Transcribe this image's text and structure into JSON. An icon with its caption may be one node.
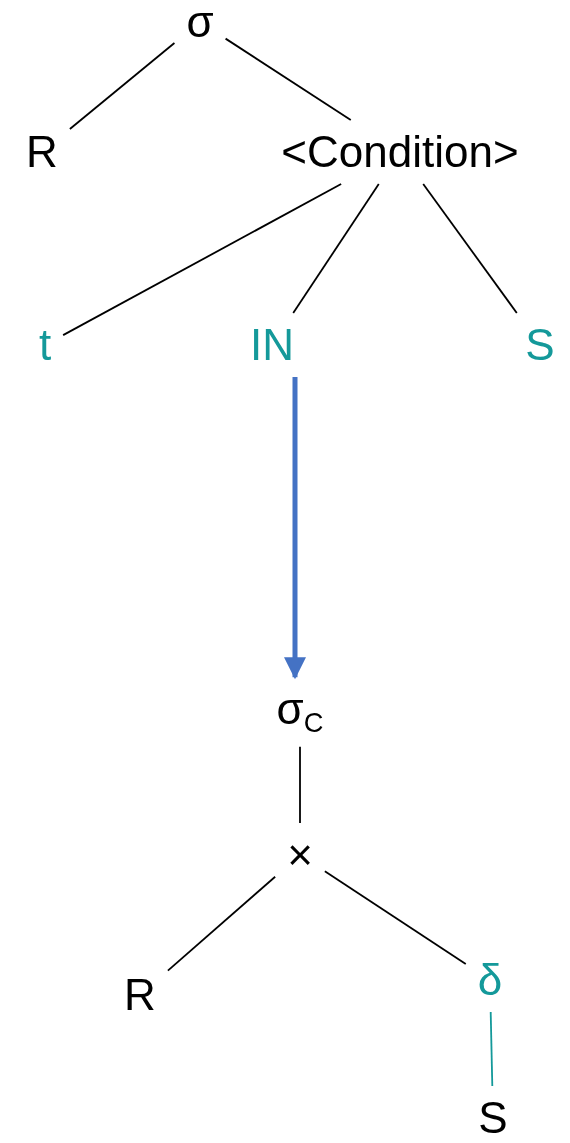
{
  "diagram": {
    "nodes": [
      {
        "text": [
          "σ"
        ]
      },
      {
        "text": [
          "R"
        ]
      },
      {
        "text": [
          "<Condition>"
        ]
      },
      {
        "text": [
          "t"
        ]
      },
      {
        "text": [
          "IN"
        ]
      },
      {
        "text": [
          "S"
        ]
      },
      {
        "text": [
          "σ$_{C}$"
        ]
      },
      {
        "text": [
          "×"
        ]
      },
      {
        "text": [
          "R"
        ]
      },
      {
        "text": [
          "δ"
        ]
      },
      {
        "text": [
          "S"
        ]
      }
    ],
    "edges": [
      {
        "from": 0,
        "to": 1,
        "arrow": "none"
      },
      {
        "from": 0,
        "to": 2,
        "arrow": "none"
      },
      {
        "from": 2,
        "to": 3,
        "arrow": "none"
      },
      {
        "from": 2,
        "to": 4,
        "arrow": "none"
      },
      {
        "from": 2,
        "to": 5,
        "arrow": "none"
      },
      {
        "from": 4,
        "to": 6,
        "arrow": "to",
        "style": "thick",
        "color": "#4472c4"
      },
      {
        "from": 6,
        "to": 7,
        "arrow": "none"
      },
      {
        "from": 7,
        "to": 8,
        "arrow": "none"
      },
      {
        "from": 7,
        "to": 9,
        "arrow": "none"
      },
      {
        "from": 9,
        "to": 10,
        "arrow": "none",
        "color": "#14999a"
      }
    ]
  }
}
